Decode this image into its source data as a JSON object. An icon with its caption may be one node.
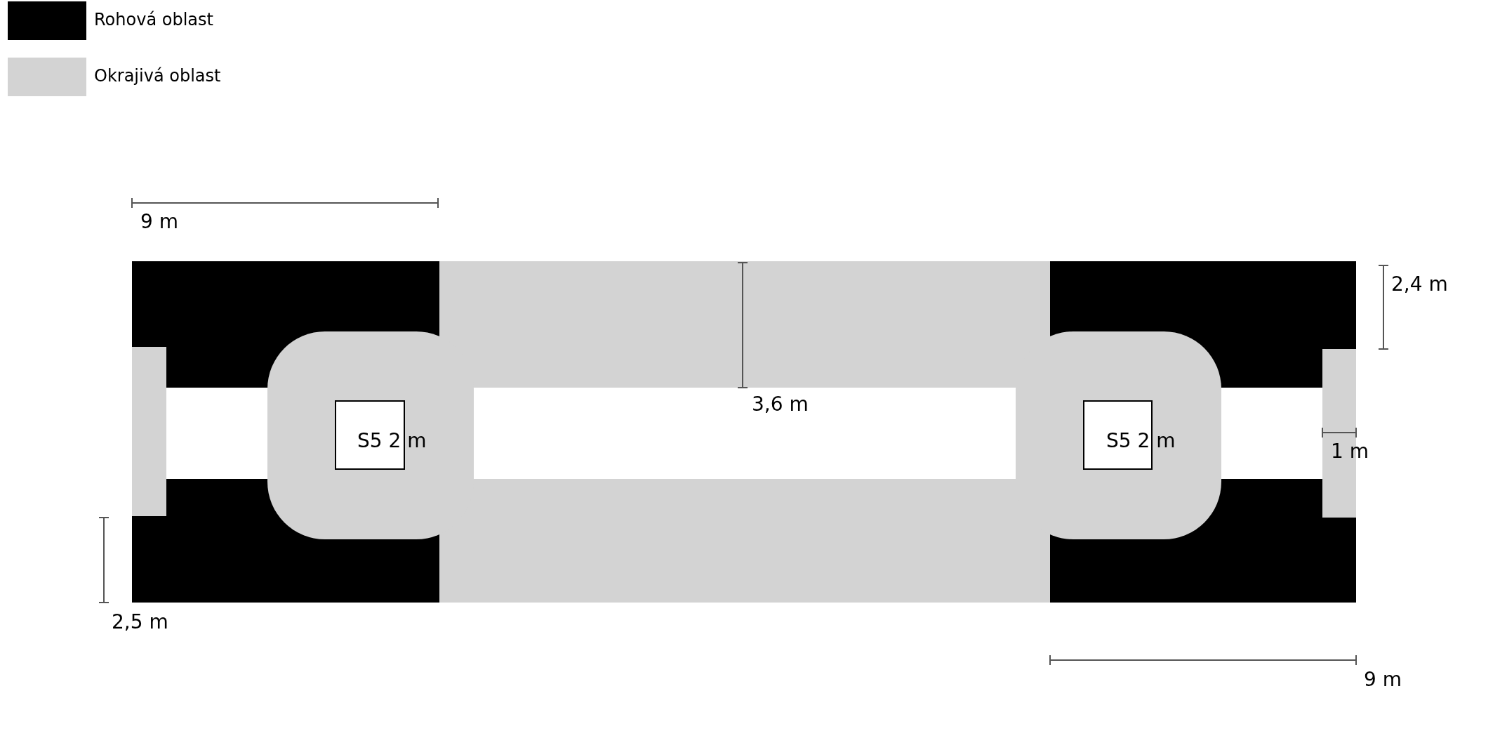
{
  "diagram": {
    "labels": [
      "9 m",
      "2,4 m",
      "3,6 m",
      "S5 2 m",
      "S5 2 m",
      "1 m",
      "2,5 m",
      "9 m"
    ],
    "legend": [
      {
        "text": "Rohová oblast",
        "color": "#000000"
      },
      {
        "text": "Okrajivá oblast",
        "color": "#d3d3d3"
      }
    ]
  }
}
